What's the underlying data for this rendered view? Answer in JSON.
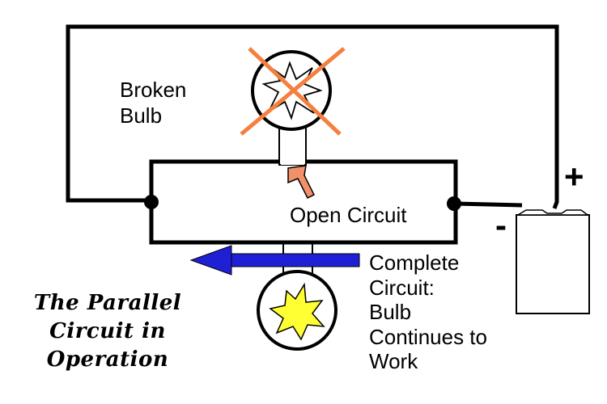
{
  "labels": {
    "broken_bulb": [
      "Broken",
      "Bulb"
    ],
    "open_circuit": "Open Circuit",
    "complete_circuit": [
      "Complete",
      "Circuit:",
      "Bulb",
      "Continues to",
      "Work"
    ],
    "title": [
      "The Parallel",
      "Circuit in",
      "Operation"
    ],
    "battery_positive": "+",
    "battery_negative": "-"
  },
  "colors": {
    "wire": "#000000",
    "broken_mark": "#f47f3f",
    "open_arrow": "#f2906a",
    "current_arrow": "#1f1fd6",
    "lit_bulb": "#ffff33"
  }
}
